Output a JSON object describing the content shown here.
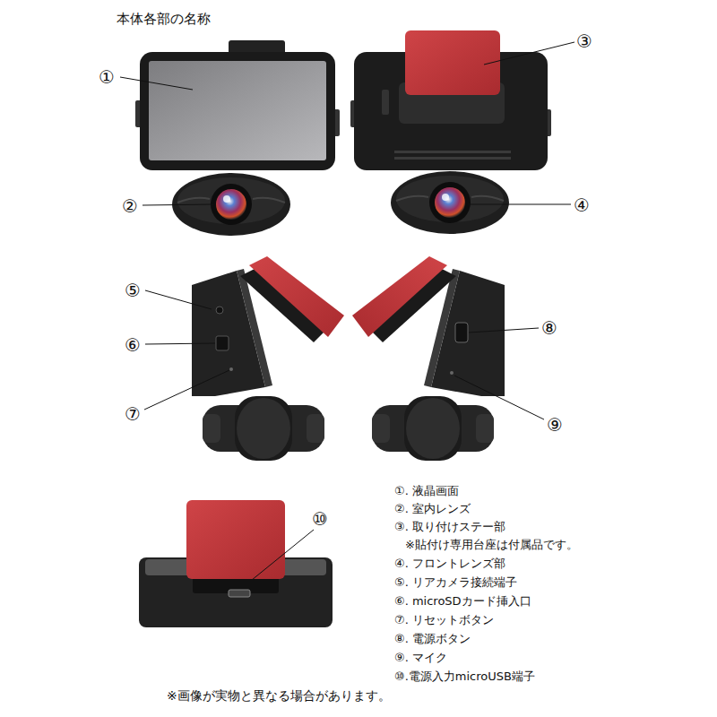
{
  "diagram": {
    "title": "本体各部の名称",
    "caption": "※画像が実物と異なる場合があります。",
    "labels": [
      "①",
      "②",
      "③",
      "④",
      "⑤",
      "⑥",
      "⑦",
      "⑧",
      "⑨",
      "⑩",
      "①. 液晶画面",
      "②. 室内レンズ",
      "③. 取り付けステー部",
      "※貼付け専用台座は付属品です。",
      "④. フロントレンズ部",
      "⑤. リアカメラ接続端子",
      "⑥. microSDカード挿入口",
      "⑦. リセットボタン",
      "⑧. 電源ボタン",
      "⑨. マイク",
      "⑩.電源入力microUSB端子"
    ]
  }
}
